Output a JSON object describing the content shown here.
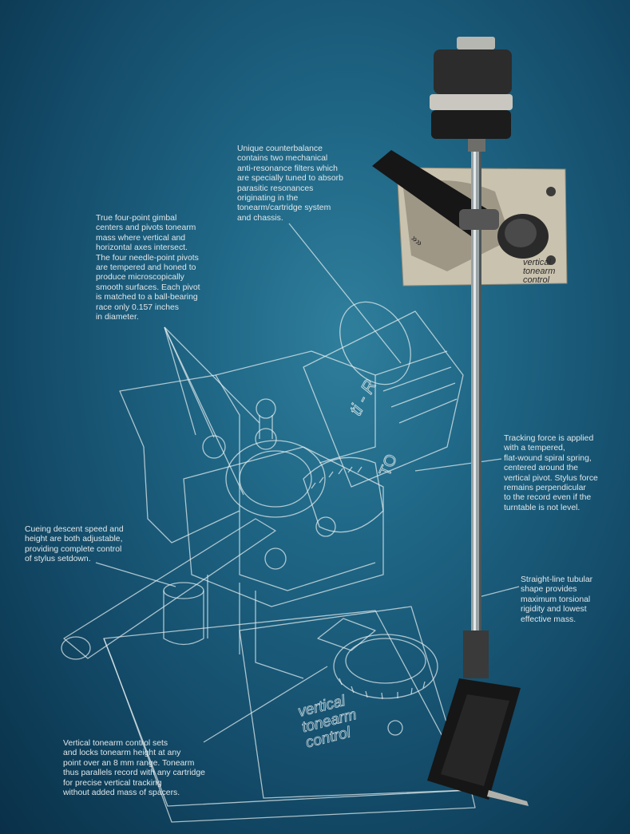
{
  "captions": {
    "counterbalance": "Unique counterbalance\ncontains two mechanical\nanti-resonance filters which\nare specially tuned to absorb\nparasitic resonances\noriginating in the\ntonearm/cartridge system\nand chassis.",
    "gimbal": "True four-point gimbal\ncenters and pivots tonearm\nmass where vertical and\nhorizontal axes intersect.\nThe four needle-point pivots\nare tempered and honed to\nproduce microscopically\nsmooth surfaces. Each pivot\nis matched to a ball-bearing\nrace only 0.157 inches\nin diameter.",
    "tracking": "Tracking force is applied\nwith a tempered,\nflat-wound spiral spring,\ncentered around the\nvertical pivot. Stylus force\nremains perpendicular\nto the record even if the\nturntable is not level.",
    "cueing": "Cueing descent speed and\nheight are both adjustable,\nproviding complete control\nof stylus setdown.",
    "straight_line": "Straight-line tubular\nshape provides\nmaximum torsional\nrigidity and lowest\neffective mass.",
    "vertical_control": "Vertical tonearm control sets\nand locks tonearm height at any\npoint over an 8 mm range. Tonearm\nthus parallels record with any cartridge\nfor precise vertical tracking\nwithout added mass of spacers."
  },
  "plate_labels": {
    "drawing_line1": "vertical",
    "drawing_line2": "tonearm",
    "drawing_line3": "control",
    "photo_line1": "vertical",
    "photo_line2": "tonearm",
    "photo_line3": "control"
  },
  "dial_letters": {
    "r": "ti - R",
    "to": "TO"
  },
  "colors": {
    "background": "#1f6685",
    "caption_text": "#dfe7ea",
    "drawing_line": "#e6eef0"
  }
}
